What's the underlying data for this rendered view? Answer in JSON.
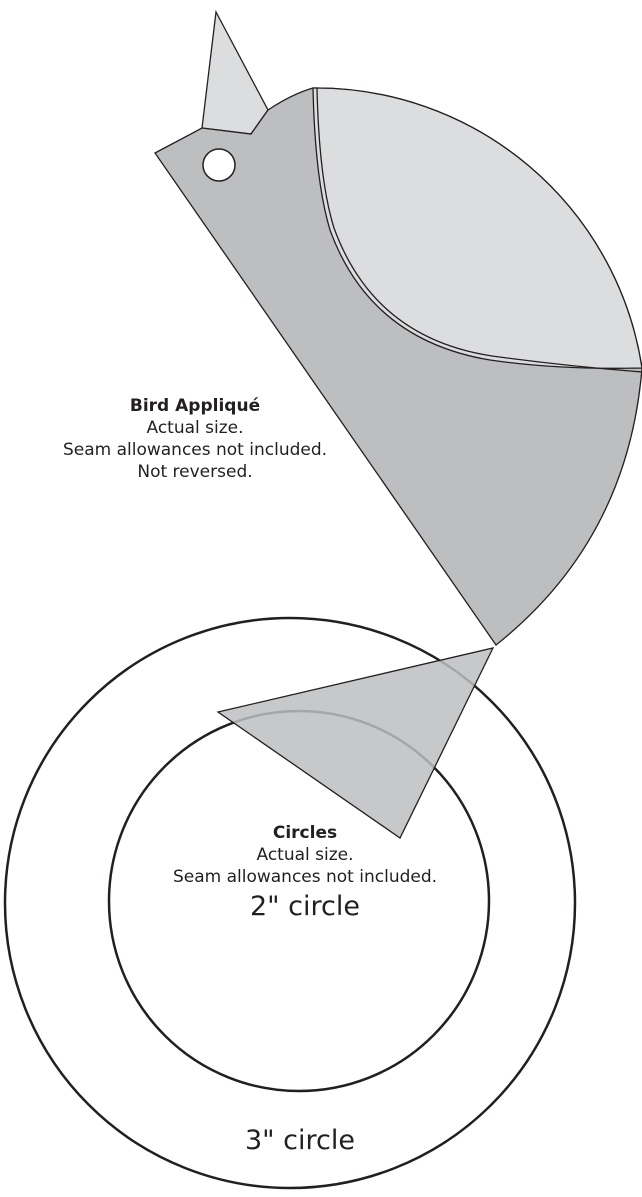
{
  "bird": {
    "title": "Bird Appliqué",
    "lines": [
      "Actual size.",
      "Seam allowances not included.",
      "Not reversed."
    ]
  },
  "circles": {
    "title": "Circles",
    "lines": [
      "Actual size.",
      "Seam allowances not included."
    ],
    "inner_label": "2\" circle",
    "outer_label": "3\" circle"
  },
  "colors": {
    "body_fill": "#bcbec0",
    "wing_fill": "#dcdddf",
    "beak_fill": "#dcdddf",
    "tail_fill": "#bcbec0",
    "outline": "#231f20",
    "background": "#ffffff"
  }
}
